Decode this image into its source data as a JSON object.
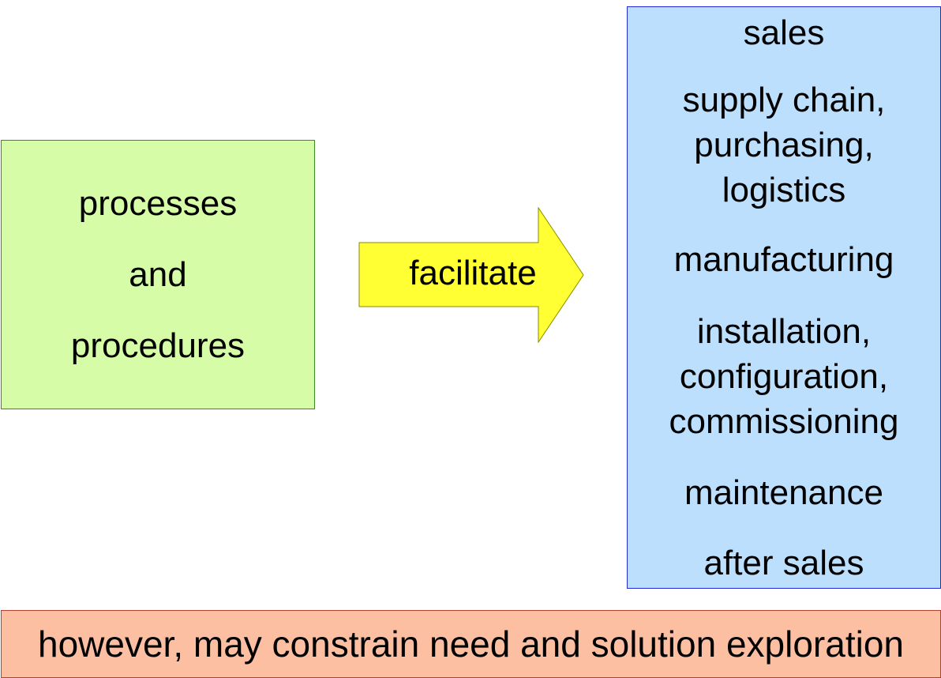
{
  "colors": {
    "left_box_fill": "#d6fca8",
    "arrow_fill": "#ffff33",
    "right_box_fill": "#bcdffd",
    "bottom_bar_fill": "#fdbfa1"
  },
  "left_box": {
    "lines": [
      "processes",
      "and",
      "procedures"
    ]
  },
  "arrow": {
    "label": "facilitate"
  },
  "right_box": {
    "items": [
      "sales",
      "supply chain,\npurchasing,\nlogistics",
      "manufacturing",
      "installation,\nconfiguration,\ncommissioning",
      "maintenance",
      "after sales"
    ]
  },
  "bottom_bar": {
    "text": "however, may constrain need and solution exploration"
  }
}
